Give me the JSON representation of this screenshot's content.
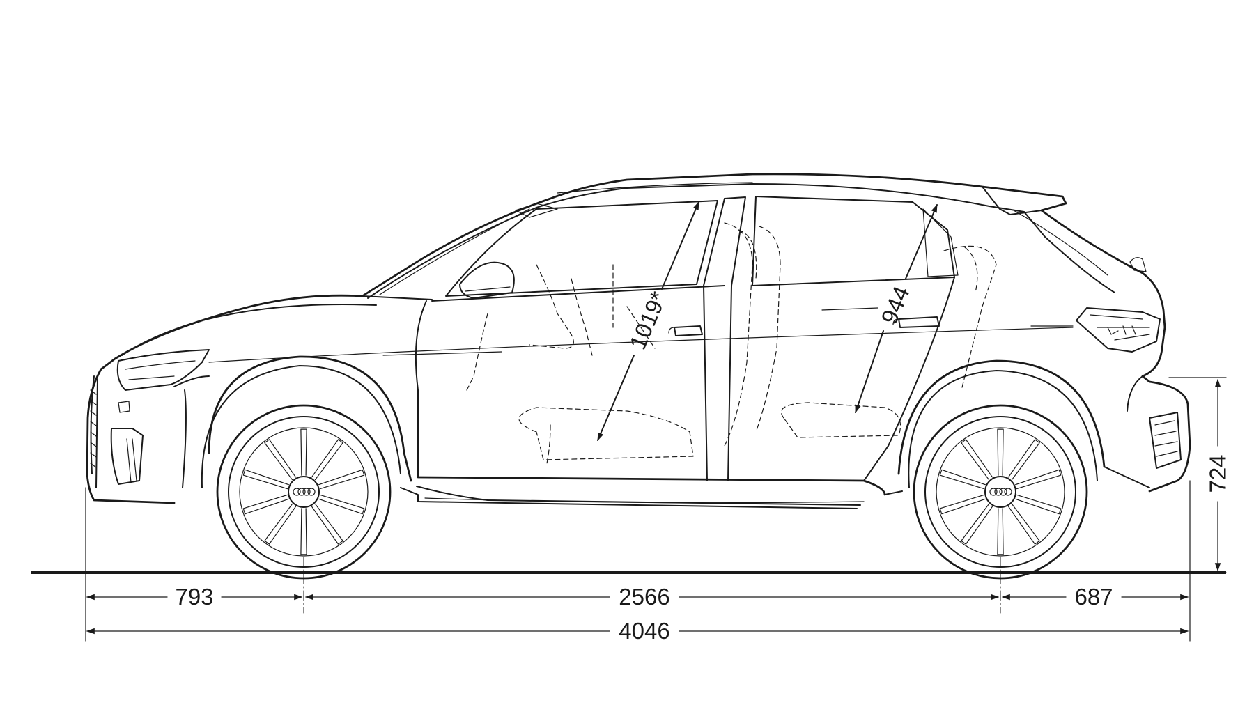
{
  "diagram": {
    "dimensions": {
      "front_overhang": "793",
      "wheelbase": "2566",
      "rear_overhang": "687",
      "overall_length": "4046",
      "front_headroom": "1019*",
      "rear_headroom": "944",
      "rear_height": "724"
    }
  }
}
